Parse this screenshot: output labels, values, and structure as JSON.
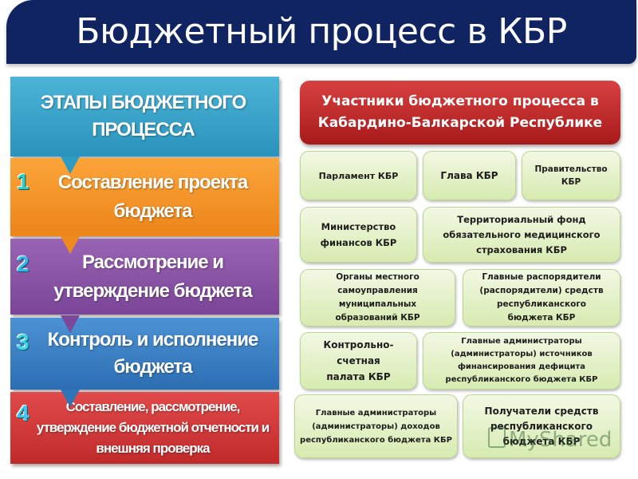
{
  "header": {
    "title": "Бюджетный процесс в КБР",
    "background_color": "#0f2461"
  },
  "stages": {
    "heading": "ЭТАПЫ БЮДЖЕТНОГО ПРОЦЕССА",
    "items": [
      {
        "number": "1",
        "label": "Составление проекта бюджета",
        "color": "#f39425"
      },
      {
        "number": "2",
        "label": "Рассмотрение и утверждение бюджета",
        "color": "#8a54a6"
      },
      {
        "number": "3",
        "label": "Контроль и исполнение бюджета",
        "color": "#3c80c4"
      },
      {
        "number": "4",
        "label": "Составление, рассмотрение, утверждение бюджетной отчетности и внешняя проверка",
        "color": "#d03a3a"
      }
    ]
  },
  "participants": {
    "heading": "Участники бюджетного процесса в Кабардино-Балкарской Республике",
    "items": [
      "Парламент КБР",
      "Глава КБР",
      "Правительство КБР",
      "Министерство финансов КБР",
      "Территориальный фонд обязательного медицинского страхования КБР",
      "Органы местного самоуправления муниципальных образований КБР",
      "Главные распорядители (распорядители) средств республиканского бюджета КБР",
      "Контрольно-счетная палата КБР",
      "Главные администраторы (администраторы) источников финансирования дефицита республиканского бюджета КБР",
      "Главные администраторы (администраторы) доходов республиканского бюджета КБР",
      "Получатели средств республиканского бюджета КБР"
    ]
  },
  "watermark": "MyShared"
}
